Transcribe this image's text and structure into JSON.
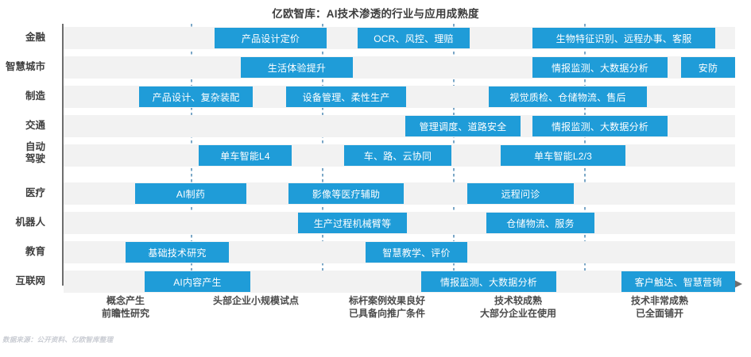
{
  "chart_data": {
    "type": "bar",
    "title": "亿欧智库：AI技术渗透的行业与应用成熟度",
    "xlabel": "",
    "ylabel": "",
    "source_note": "数据来源：公开资料、亿欧智库整理",
    "accent_color": "#1f9cd8",
    "band_color": "#f2f2f2",
    "grid": true,
    "grid_positions": [
      240,
      405,
      570,
      735
    ],
    "xlim": [
      0,
      5
    ],
    "legend_position": "none",
    "stage_labels": [
      "概念产生\n前瞻性研究",
      "头部企业小规模试点",
      "标杆案例效果良好\n已具备向推广条件",
      "技术较成熟\n大部分企业在使用",
      "技术非常成熟\n已全面铺开"
    ],
    "categories": [
      "金融",
      "智慧城市",
      "制造",
      "交通",
      "自动\n驾驶",
      "医疗",
      "机器人",
      "教育",
      "互联网"
    ],
    "rows": [
      {
        "category": "金融",
        "items": [
          {
            "label": "产品设计定价",
            "start": 270,
            "end": 411
          },
          {
            "label": "OCR、风控、理赔",
            "start": 450,
            "end": 591
          },
          {
            "label": "生物特征识别、远程办事、客服",
            "start": 670,
            "end": 900
          }
        ]
      },
      {
        "category": "智慧城市",
        "items": [
          {
            "label": "生活体验提升",
            "start": 303,
            "end": 444
          },
          {
            "label": "情报监测、大数据分析",
            "start": 670,
            "end": 840
          },
          {
            "label": "安防",
            "start": 857,
            "end": 925
          }
        ]
      },
      {
        "category": "制造",
        "items": [
          {
            "label": "产品设计、复杂装配",
            "start": 175,
            "end": 318
          },
          {
            "label": "设备管理、柔性生产",
            "start": 360,
            "end": 511
          },
          {
            "label": "视觉质检、仓储物流、售后",
            "start": 615,
            "end": 814
          }
        ]
      },
      {
        "category": "交通",
        "items": [
          {
            "label": "管理调度、道路安全",
            "start": 510,
            "end": 655
          },
          {
            "label": "情报监测、大数据分析",
            "start": 670,
            "end": 840
          }
        ]
      },
      {
        "category": "自动\n驾驶",
        "items": [
          {
            "label": "单车智能L4",
            "start": 250,
            "end": 367
          },
          {
            "label": "车、路、云协同",
            "start": 433,
            "end": 568
          },
          {
            "label": "单车智能L2/3",
            "start": 630,
            "end": 787
          }
        ]
      },
      {
        "category": "医疗",
        "items": [
          {
            "label": "AI制药",
            "start": 170,
            "end": 310
          },
          {
            "label": "影像等医疗辅助",
            "start": 363,
            "end": 508
          },
          {
            "label": "远程问诊",
            "start": 588,
            "end": 722
          }
        ]
      },
      {
        "category": "机器人",
        "items": [
          {
            "label": "生产过程机械臂等",
            "start": 375,
            "end": 512
          },
          {
            "label": "仓储物流、服务",
            "start": 612,
            "end": 748
          }
        ]
      },
      {
        "category": "教育",
        "items": [
          {
            "label": "基础技术研究",
            "start": 158,
            "end": 288
          },
          {
            "label": "智慧教学、评价",
            "start": 460,
            "end": 588
          }
        ]
      },
      {
        "category": "互联网",
        "items": [
          {
            "label": "AI内容产生",
            "start": 182,
            "end": 315
          },
          {
            "label": "情报监测、大数据分析",
            "start": 530,
            "end": 700
          },
          {
            "label": "客户触达、智慧营销",
            "start": 782,
            "end": 925
          }
        ]
      }
    ]
  }
}
